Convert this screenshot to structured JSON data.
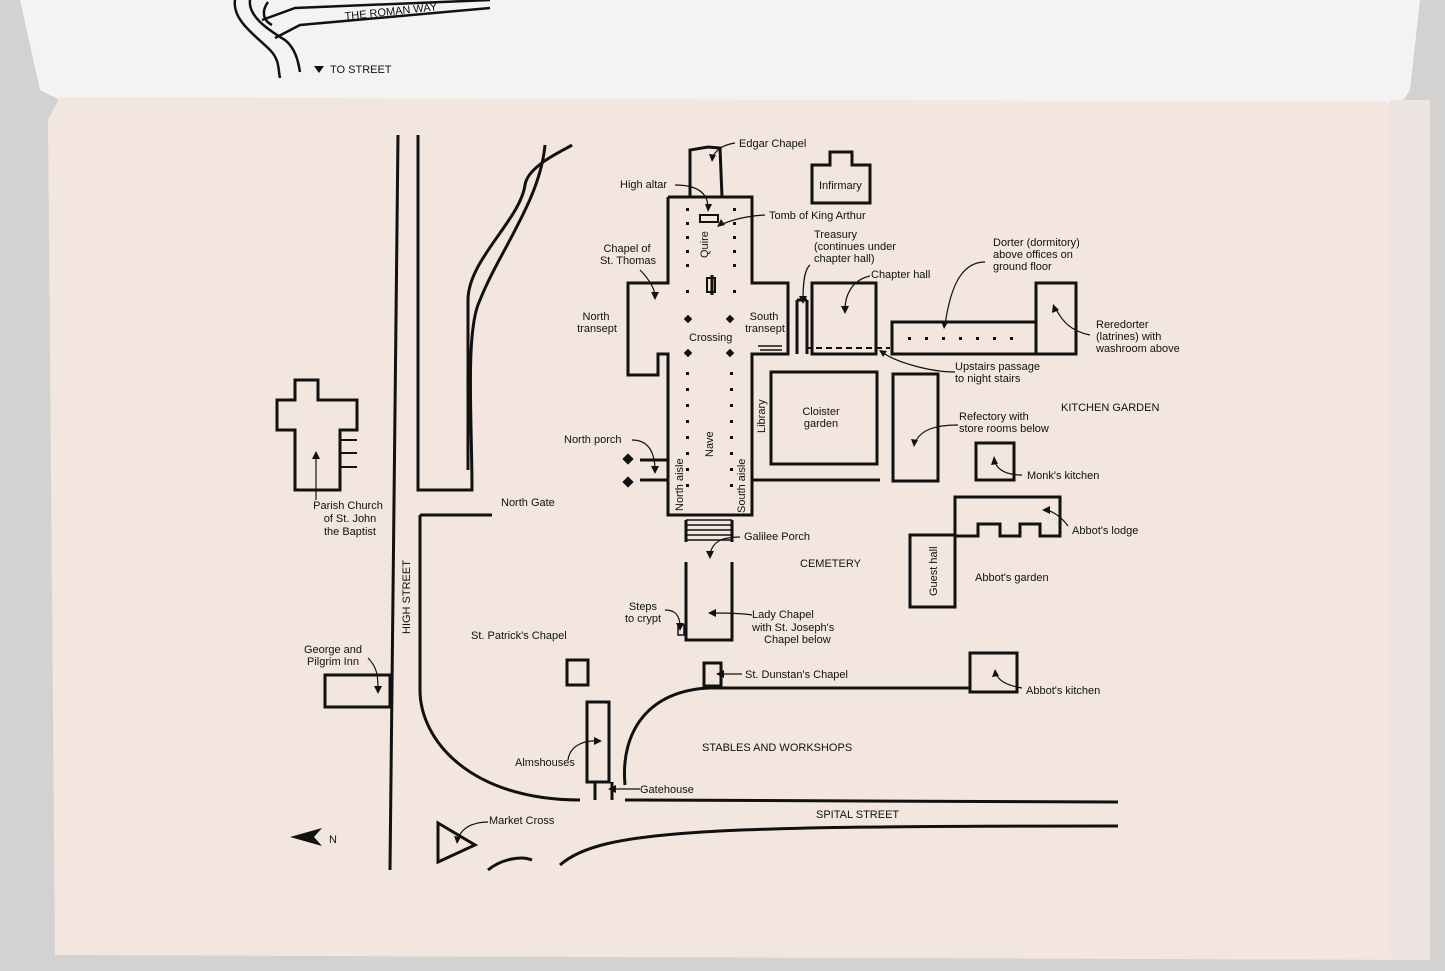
{
  "top_page": {
    "road_label": "THE ROMAN WAY",
    "to_street": "TO STREET",
    "to_street_arrow": "down-triangle-icon"
  },
  "map": {
    "edgar_chapel": "Edgar Chapel",
    "high_altar": "High altar",
    "tomb_king_arthur": "Tomb of King Arthur",
    "infirmary": "Infirmary",
    "quire": "Quire",
    "chapel_st_thomas": [
      "Chapel of",
      "St. Thomas"
    ],
    "treasury": [
      "Treasury",
      "(continues under",
      "chapter hall)"
    ],
    "dorter": [
      "Dorter (dormitory)",
      "above offices on",
      "ground floor"
    ],
    "chapter_hall": "Chapter hall",
    "north_transept": [
      "North",
      "transept"
    ],
    "south_transept": [
      "South",
      "transept"
    ],
    "crossing": "Crossing",
    "reredorter": [
      "Reredorter",
      "(latrines) with",
      "washroom above"
    ],
    "upstairs_passage": [
      "Upstairs passage",
      "to night stairs"
    ],
    "library": "Library",
    "cloister_garden": [
      "Cloister",
      "garden"
    ],
    "kitchen_garden": "KITCHEN GARDEN",
    "refectory": [
      "Refectory with",
      "store rooms below"
    ],
    "north_porch": "North porch",
    "nave": "Nave",
    "north_aisle": "North aisle",
    "south_aisle": "South aisle",
    "monks_kitchen": "Monk's kitchen",
    "parish_church": [
      "Parish Church",
      "of St. John",
      "the Baptist"
    ],
    "north_gate": "North Gate",
    "abbots_lodge": "Abbot's lodge",
    "galilee_porch": "Galilee Porch",
    "cemetery": "CEMETERY",
    "guest_hall": "Guest hall",
    "abbots_garden": "Abbot's garden",
    "high_street": "HIGH STREET",
    "steps_to_crypt": [
      "Steps",
      "to crypt"
    ],
    "lady_chapel": [
      "Lady Chapel",
      "with St. Joseph's",
      "Chapel below"
    ],
    "st_patricks_chapel": "St. Patrick's Chapel",
    "george_pilgrim_inn": [
      "George and",
      "Pilgrim Inn"
    ],
    "st_dunstans_chapel": "St. Dunstan's Chapel",
    "abbots_kitchen": "Abbot's kitchen",
    "stables_workshops": "STABLES AND WORKSHOPS",
    "almshouses": "Almshouses",
    "gatehouse": "Gatehouse",
    "spital_street": "SPITAL STREET",
    "market_cross": "Market Cross",
    "north": "N",
    "north_arrow_icon": "north-arrow-icon"
  },
  "colors": {
    "paper": "#f2e6df",
    "ink": "#111111",
    "background": "#d9d7d6",
    "top_page": "#f3f3f2"
  }
}
